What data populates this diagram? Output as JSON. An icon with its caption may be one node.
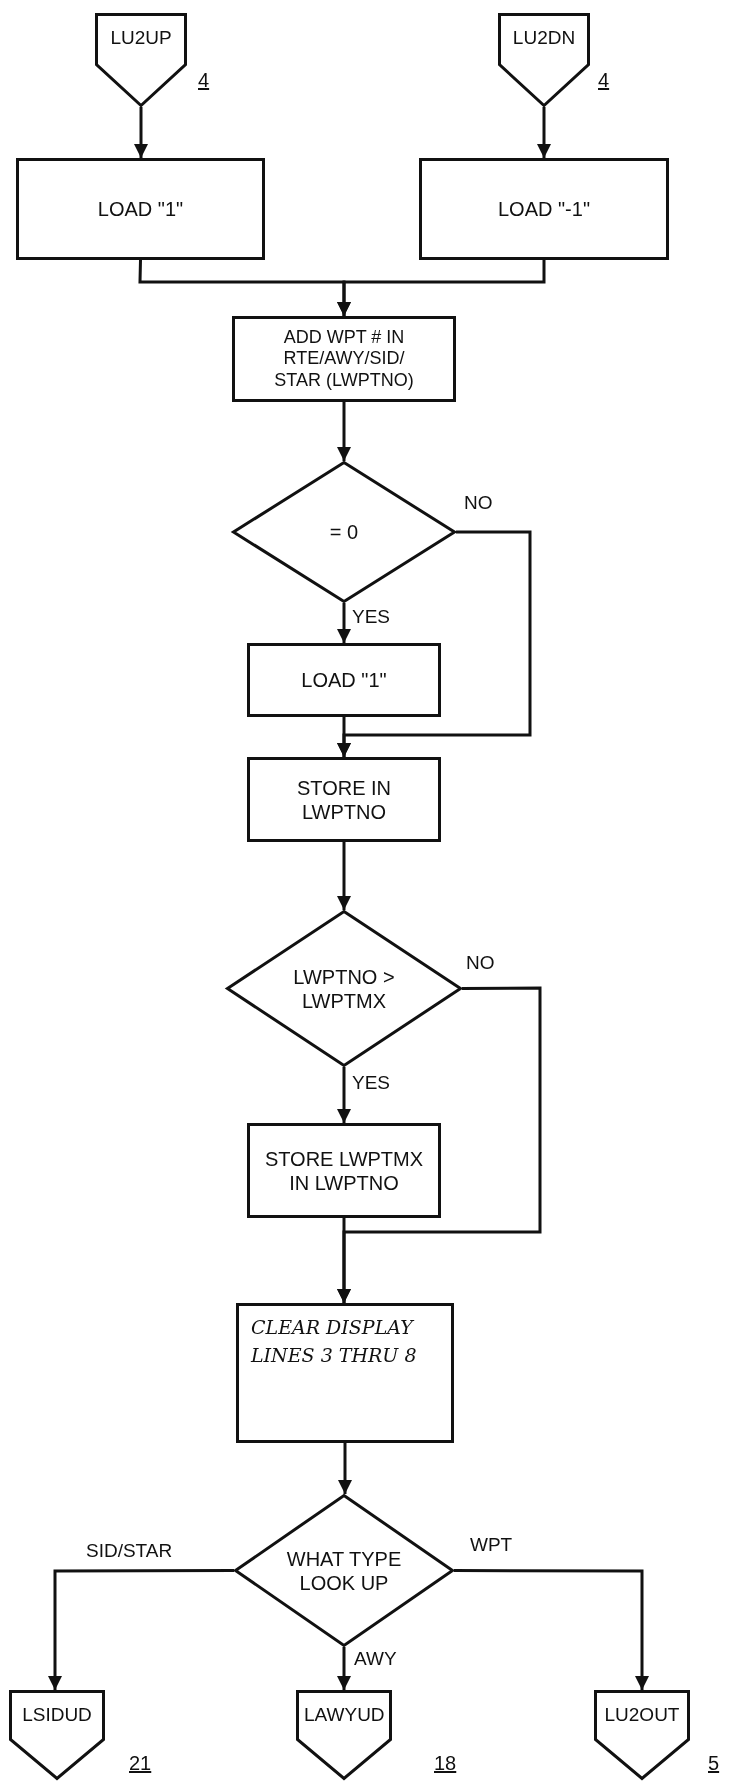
{
  "diagram": {
    "nodes": [
      {
        "text": [
          "LU2UP"
        ],
        "beside": [
          "4"
        ]
      },
      {
        "text": [
          "LU2DN"
        ],
        "beside": [
          "4"
        ]
      },
      {
        "text": [
          "LOAD \"1\""
        ]
      },
      {
        "text": [
          "LOAD \"-1\""
        ]
      },
      {
        "text": [
          "ADD WPT # IN RTE/AWY/SID/ STAR (LWPTNO)"
        ]
      },
      {
        "text": [
          "= 0"
        ]
      },
      {
        "text": [
          "LOAD \"1\""
        ]
      },
      {
        "text": [
          "STORE IN LWPTNO"
        ]
      },
      {
        "text": [
          "LWPTNO > LWPTMX"
        ]
      },
      {
        "text": [
          "STORE LWPTMX IN LWPTNO"
        ]
      },
      {
        "text": [
          "CLEAR DISPLAY LINES 3 THRU 8"
        ]
      },
      {
        "text": [
          "WHAT TYPE LOOK UP"
        ]
      },
      {
        "text": [
          "LSIDUD"
        ],
        "beside": [
          "21"
        ]
      },
      {
        "text": [
          "LAWYUD"
        ],
        "beside": [
          "18"
        ]
      },
      {
        "text": [
          "LU2OUT"
        ],
        "beside": [
          "5"
        ]
      }
    ],
    "edges": [
      {
        "from": 0,
        "to": 2,
        "arrow": "to"
      },
      {
        "from": 1,
        "to": 3,
        "arrow": "to"
      },
      {
        "from": 2,
        "to": 4,
        "arrow": "to"
      },
      {
        "from": 3,
        "to": 4,
        "arrow": "to"
      },
      {
        "from": 4,
        "to": 5,
        "arrow": "to"
      },
      {
        "from": 5,
        "to": 6,
        "label": "YES",
        "arrow": "to"
      },
      {
        "from": 5,
        "to": 7,
        "label": "NO",
        "arrow": "to"
      },
      {
        "from": 6,
        "to": 7,
        "arrow": "to"
      },
      {
        "from": 7,
        "to": 8,
        "arrow": "to"
      },
      {
        "from": 8,
        "to": 9,
        "label": "YES",
        "arrow": "to"
      },
      {
        "from": 8,
        "to": 10,
        "label": "NO",
        "arrow": "to"
      },
      {
        "from": 9,
        "to": 10,
        "arrow": "to"
      },
      {
        "from": 10,
        "to": 11,
        "arrow": "to"
      },
      {
        "from": 11,
        "to": 12,
        "label": "SID/STAR",
        "arrow": "to"
      },
      {
        "from": 11,
        "to": 13,
        "label": "AWY",
        "arrow": "to"
      },
      {
        "from": 11,
        "to": 14,
        "label": "WPT",
        "arrow": "to"
      }
    ]
  }
}
